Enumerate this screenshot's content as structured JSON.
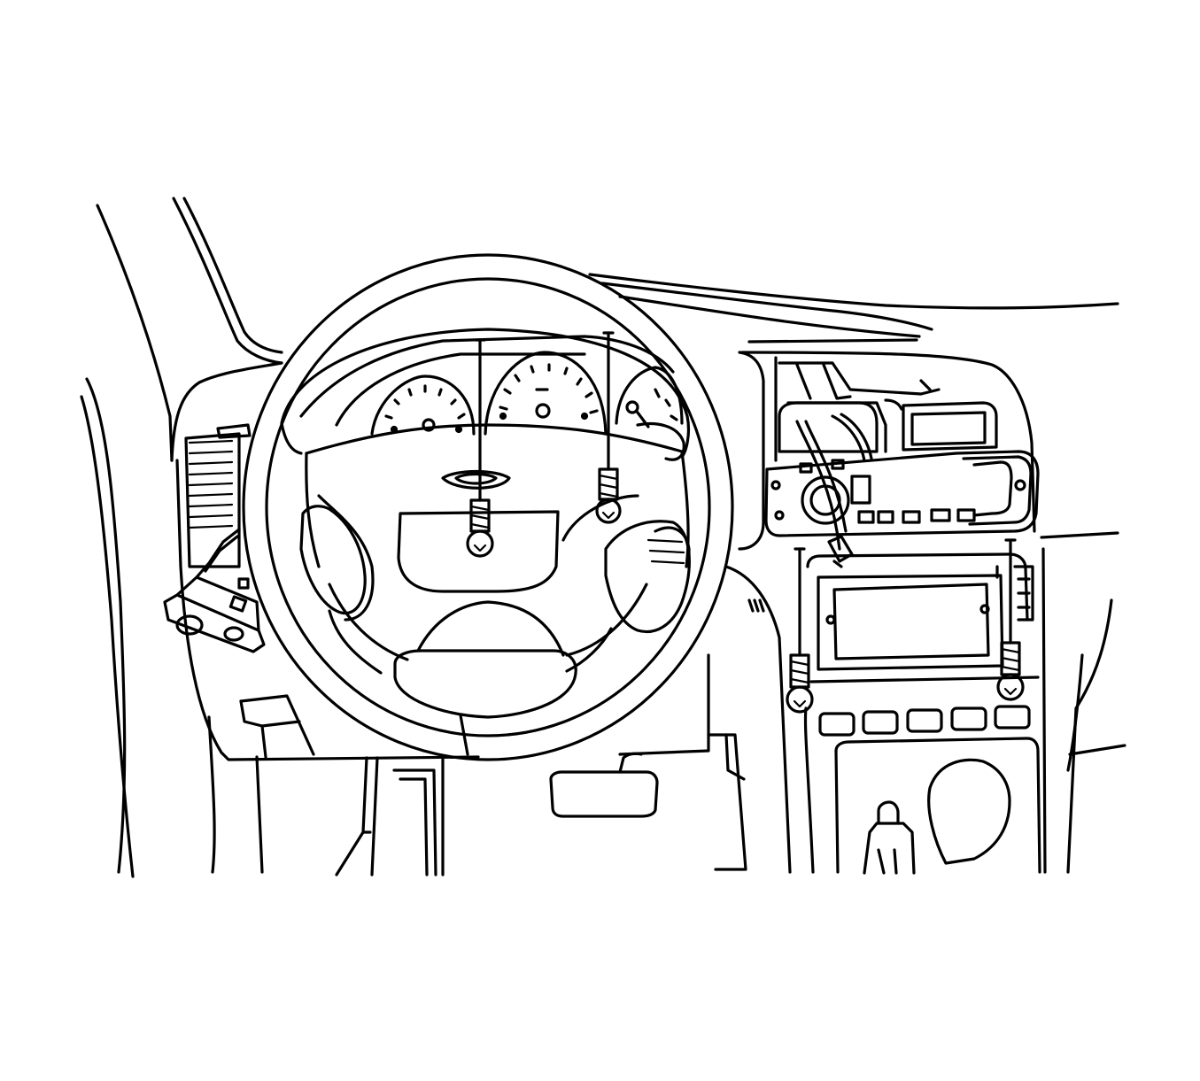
{
  "figure": {
    "line_color": "#000000",
    "background_color": "#ffffff"
  },
  "components": [
    "steering-wheel",
    "instrument-cluster",
    "fastener-screw-cluster-left",
    "fastener-screw-cluster-right",
    "fastener-screw-console-left",
    "fastener-screw-console-right",
    "radio-control-head",
    "headlamp-switch",
    "air-vent-left",
    "accelerator-pedal",
    "gear-shift-lever"
  ]
}
